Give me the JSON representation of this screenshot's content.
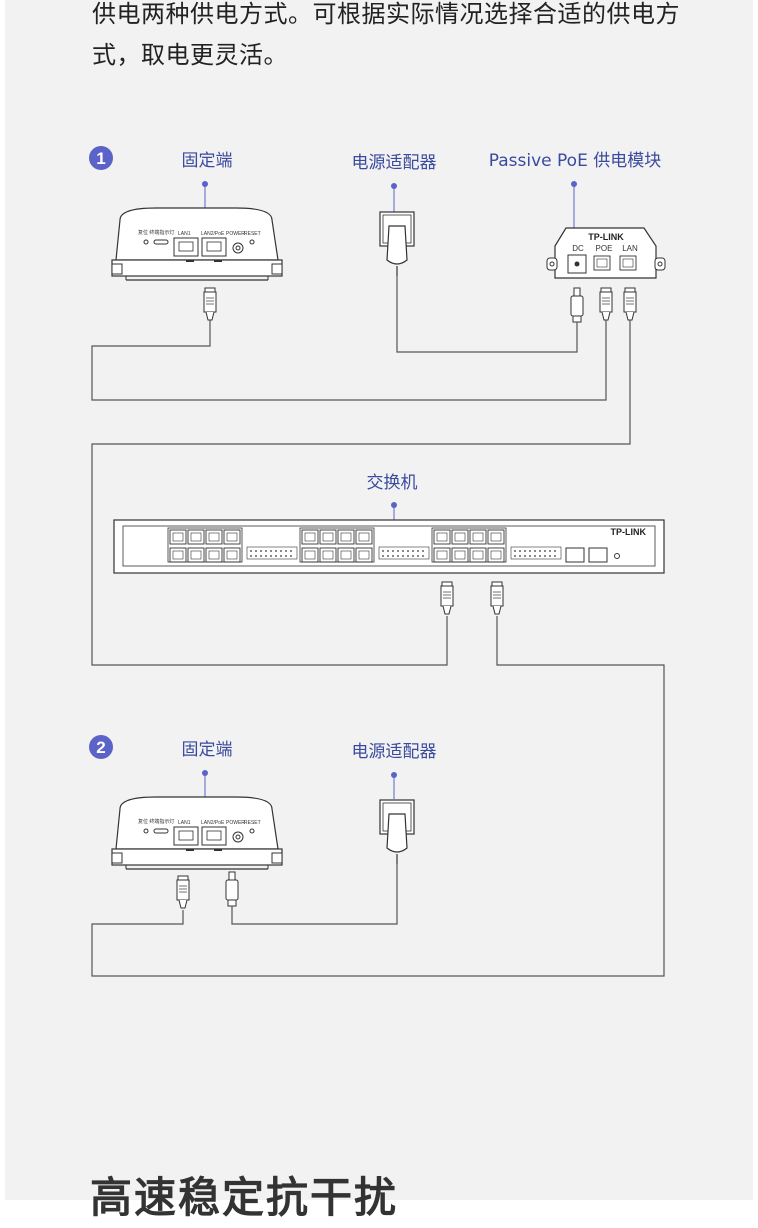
{
  "intro_text": "供电两种供电方式。可根据实际情况选择合适的供电方式，取电更灵活。",
  "section_heading": "高速稳定抗干扰",
  "colors": {
    "accent": "#5b63c8",
    "label": "#3a4a9e",
    "line": "#555555",
    "panel": "#f2f2f2"
  },
  "scenario1": {
    "number": "1",
    "terminal_label": "固定端",
    "adapter_label": "电源适配器",
    "poe_label": "Passive PoE 供电模块",
    "poe_brand": "TP-LINK",
    "poe_ports": [
      "DC",
      "POE",
      "LAN"
    ]
  },
  "switch": {
    "label": "交换机",
    "brand": "TP-LINK"
  },
  "scenario2": {
    "number": "2",
    "terminal_label": "固定端",
    "adapter_label": "电源适配器"
  },
  "device": {
    "left_text": "复位 终端指示灯",
    "port1": "LAN1",
    "port2": "LAN2/PoE",
    "power": "POWER",
    "reset": "RESET"
  }
}
